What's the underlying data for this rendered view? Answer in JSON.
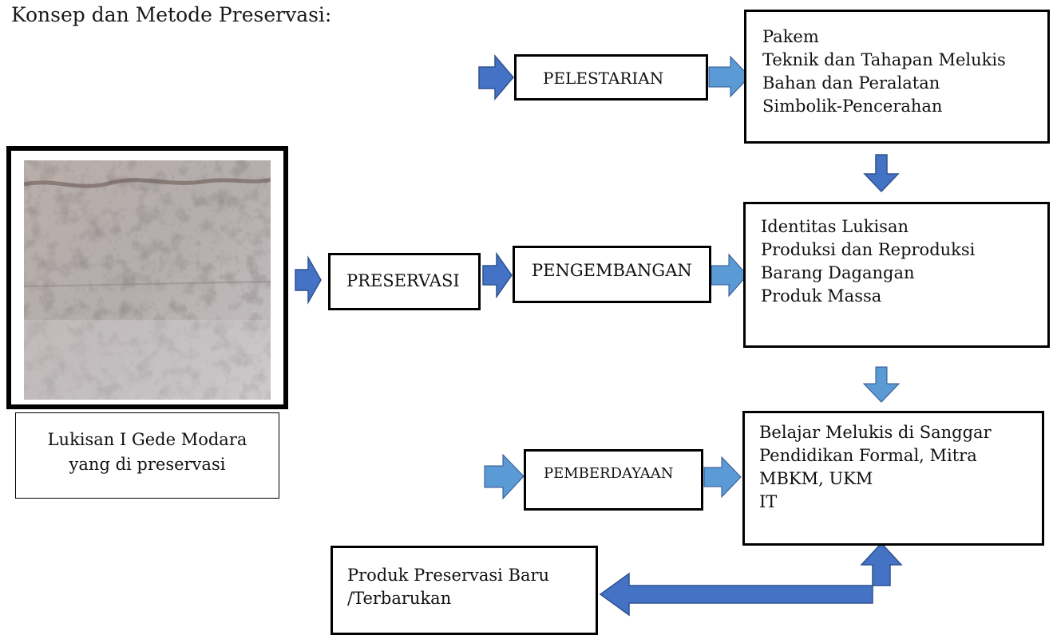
{
  "title": "Konsep dan Metode Preservasi:",
  "painting": {
    "caption_line1": "Lukisan I Gede Modara",
    "caption_line2": "yang di preservasi"
  },
  "stages": {
    "preservasi": "PRESERVASI",
    "pelestarian": "PELESTARIAN",
    "pengembangan": "PENGEMBANGAN",
    "pemberdayaan": "PEMBERDAYAAN"
  },
  "details": {
    "pelestarian": [
      "Pakem",
      "Teknik dan Tahapan Melukis",
      "Bahan dan Peralatan",
      "Simbolik-Pencerahan"
    ],
    "pengembangan": [
      "Identitas Lukisan",
      "Produksi dan Reproduksi",
      "Barang Dagangan",
      "Produk Massa"
    ],
    "pemberdayaan": [
      "Belajar Melukis di Sanggar",
      "Pendidikan Formal, Mitra",
      "MBKM, UKM",
      "IT"
    ]
  },
  "output": {
    "line1": "Produk Preservasi Baru",
    "line2": "/Terbarukan"
  },
  "colors": {
    "arrow_dark": "#4472C4",
    "arrow_light": "#5B9BD5",
    "arrow_border": "#2F528F"
  }
}
